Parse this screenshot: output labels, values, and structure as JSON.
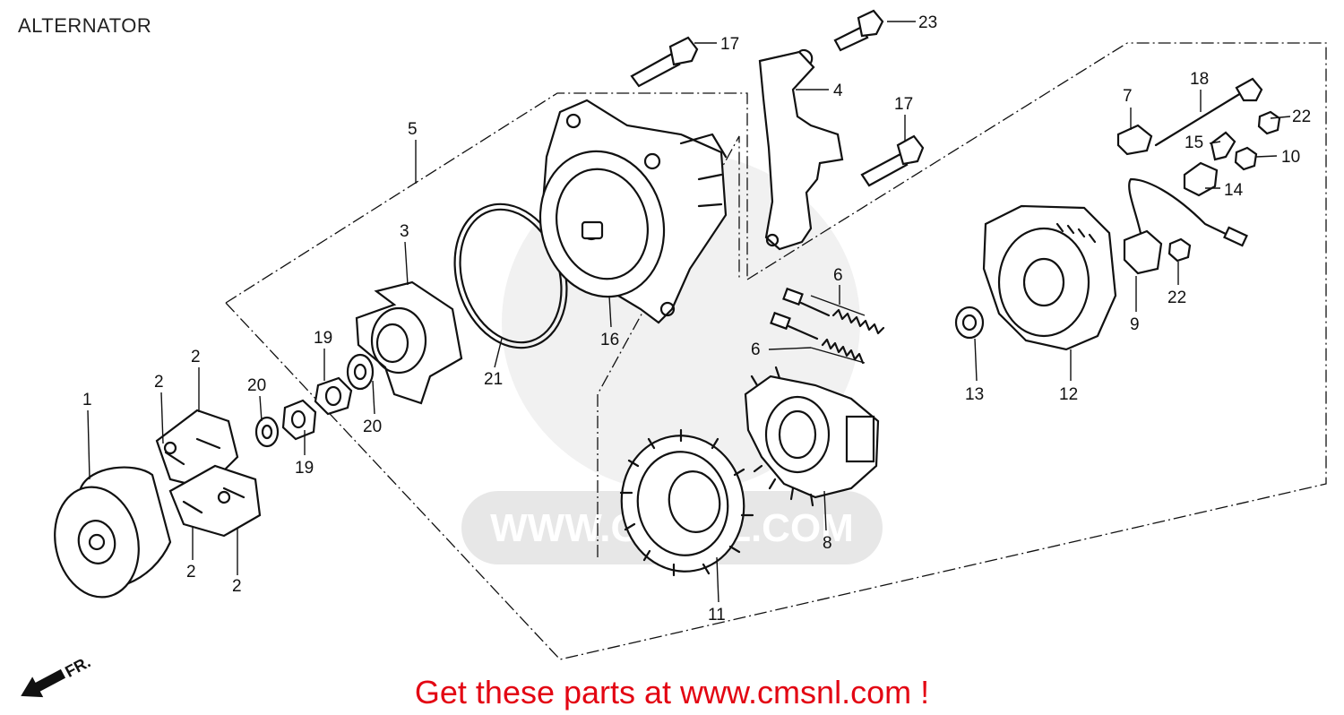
{
  "title": "ALTERNATOR",
  "front_marker": "FR.",
  "watermark": "WWW.CMSNL.COM",
  "promo": "Get these parts at www.cmsnl.com !",
  "callouts": {
    "c1": "1",
    "c2a": "2",
    "c2b": "2",
    "c2c": "2",
    "c2d": "2",
    "c3": "3",
    "c4": "4",
    "c5": "5",
    "c6a": "6",
    "c6b": "6",
    "c7": "7",
    "c8": "8",
    "c9": "9",
    "c10": "10",
    "c11": "11",
    "c12": "12",
    "c13": "13",
    "c14": "14",
    "c15": "15",
    "c16": "16",
    "c17a": "17",
    "c17b": "17",
    "c18": "18",
    "c19a": "19",
    "c19b": "19",
    "c20a": "20",
    "c20b": "20",
    "c21": "21",
    "c22a": "22",
    "c22b": "22",
    "c23": "23"
  },
  "colors": {
    "promo": "#e30613",
    "line": "#111111",
    "watermark": "#c9c9c9"
  }
}
